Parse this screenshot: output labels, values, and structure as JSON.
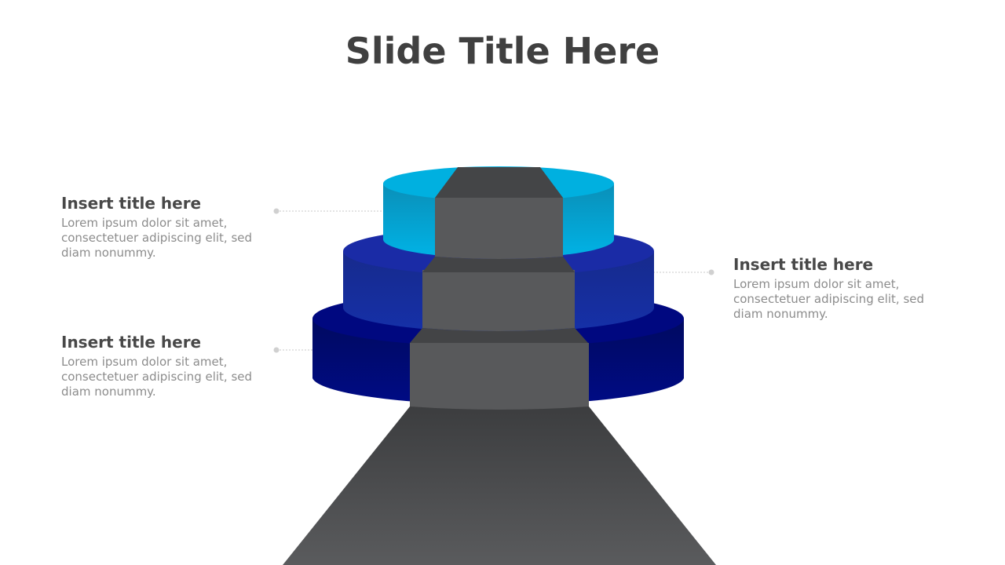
{
  "slide": {
    "title": "Slide Title Here"
  },
  "callouts": [
    {
      "title": "Insert title here",
      "body": "Lorem ipsum dolor sit amet, consectetuer adipiscing elit, sed diam nonummy."
    },
    {
      "title": "Insert title here",
      "body": "Lorem ipsum dolor sit amet, consectetuer adipiscing elit, sed diam nonummy."
    },
    {
      "title": "Insert title here",
      "body": "Lorem ipsum dolor sit amet, consectetuer adipiscing elit, sed diam nonummy."
    }
  ],
  "colors": {
    "tier_top": "#00b0e0",
    "tier_middle": "#1428a0",
    "tier_bottom": "#000a80",
    "path": "#58595b",
    "title_text": "#404040",
    "body_text": "#8c8c8c"
  }
}
